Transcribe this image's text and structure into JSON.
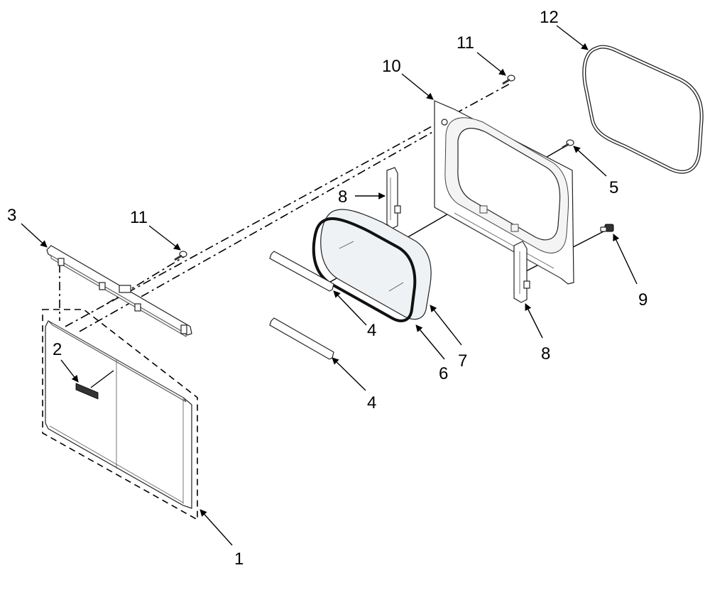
{
  "labels": {
    "p1": "1",
    "p2": "2",
    "p3": "3",
    "p4a": "4",
    "p4b": "4",
    "p5": "5",
    "p6": "6",
    "p7": "7",
    "p8a": "8",
    "p8b": "8",
    "p9": "9",
    "p10": "10",
    "p11a": "11",
    "p11b": "11",
    "p12": "12"
  },
  "colors": {
    "line": "#000000",
    "part_fill": "#ffffff",
    "glass_fill": "#eef2f4"
  }
}
